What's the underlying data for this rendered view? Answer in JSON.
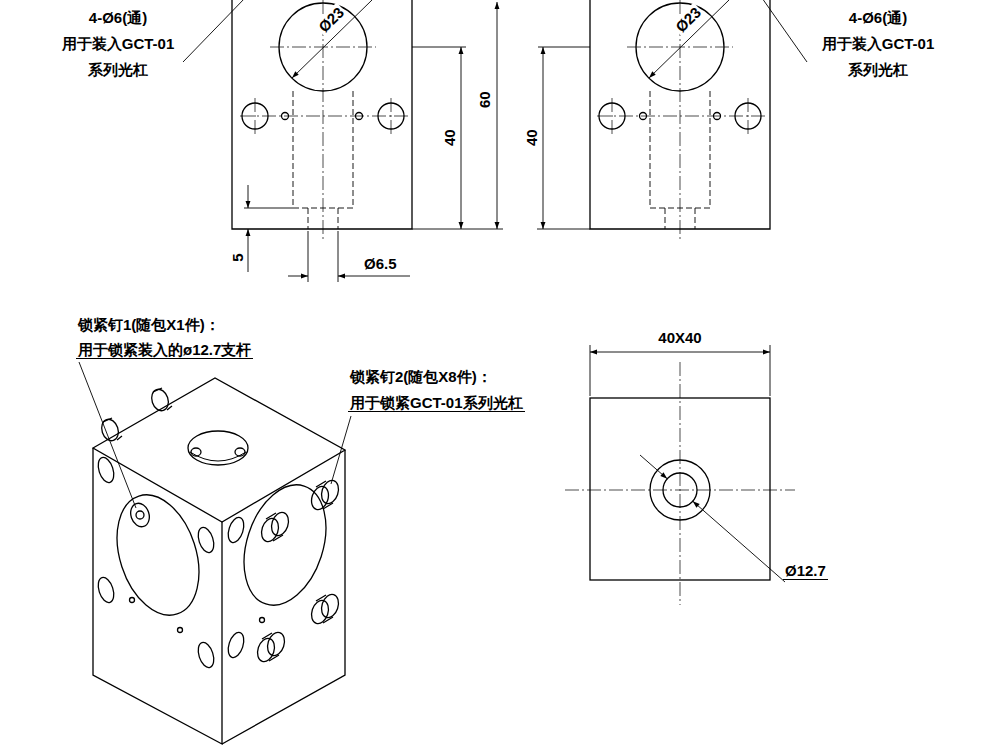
{
  "diagram": {
    "labels": [
      "4-Ø6(通)",
      "用于装入GCT-01",
      "系列光杠",
      "Ø23",
      "60",
      "40",
      "Ø6.5",
      "5",
      "Ø23",
      "40",
      "4-Ø6(通)",
      "用于装入GCT-01",
      "系列光杠",
      "锁紧钉1(随包X1件)：",
      "用于锁紧装入的ø12.7支杆",
      "锁紧钉2(随包X8件)：",
      "用于锁紧GCT-01系列光杠",
      "40X40",
      "Ø12.7"
    ]
  }
}
